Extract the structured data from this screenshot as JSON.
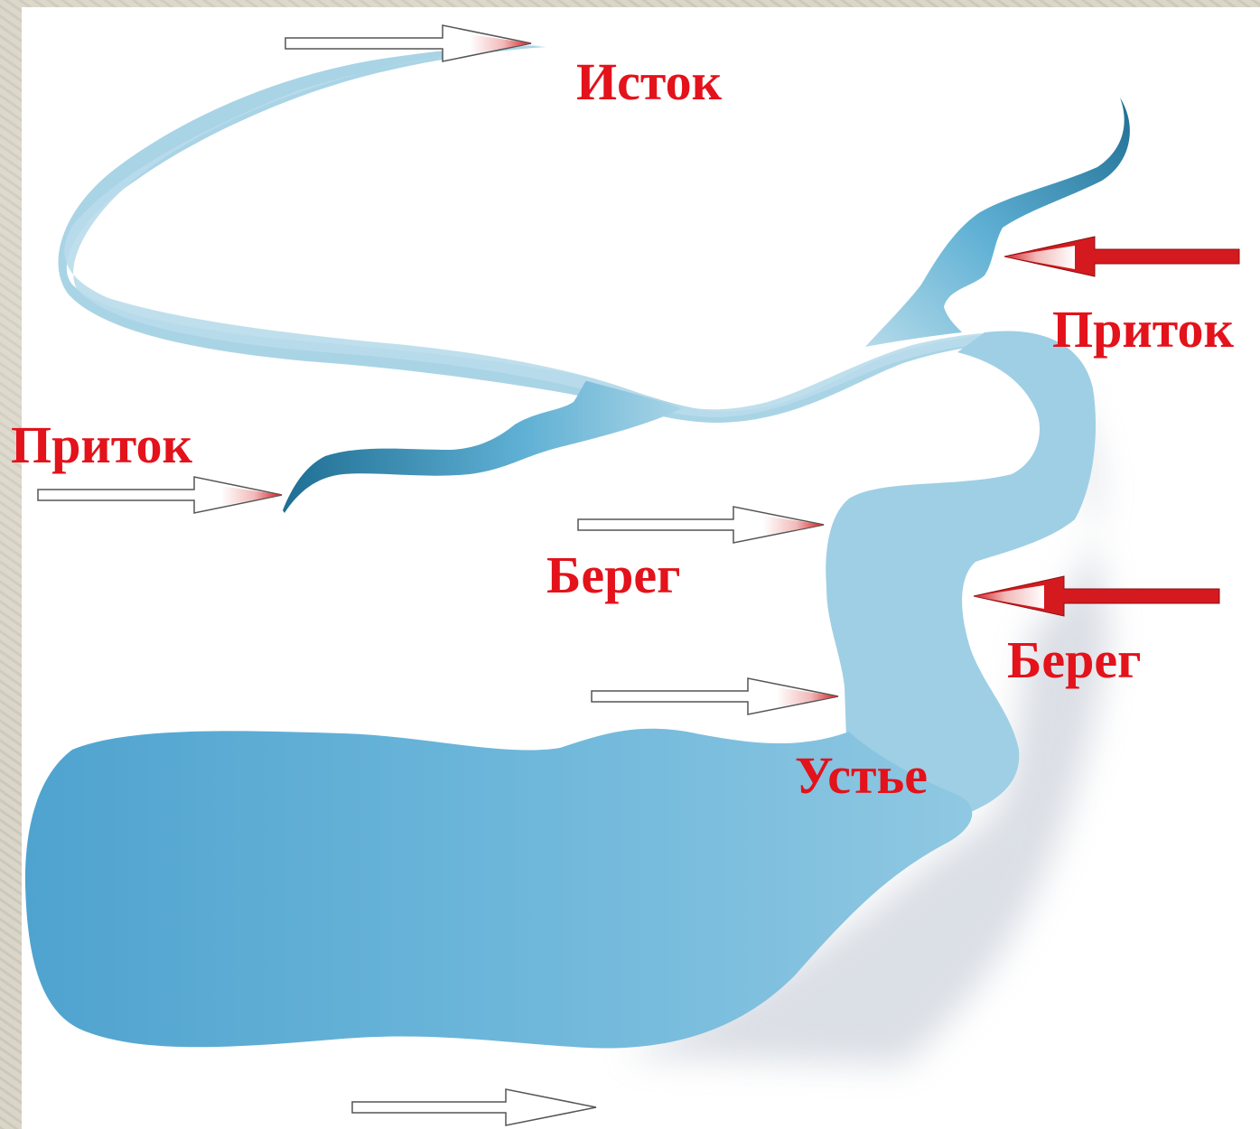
{
  "labels": {
    "source": "Исток",
    "tributary_right": "Приток",
    "tributary_left": "Приток",
    "bank_left": "Берег",
    "bank_right": "Берег",
    "mouth": "Устье"
  },
  "colors": {
    "label_red": "#e3121b",
    "water_light": "#a9d4e6",
    "water_main": "#6db6da",
    "water_dark": "#2a84a8",
    "arrow_red": "#d41a1f"
  }
}
